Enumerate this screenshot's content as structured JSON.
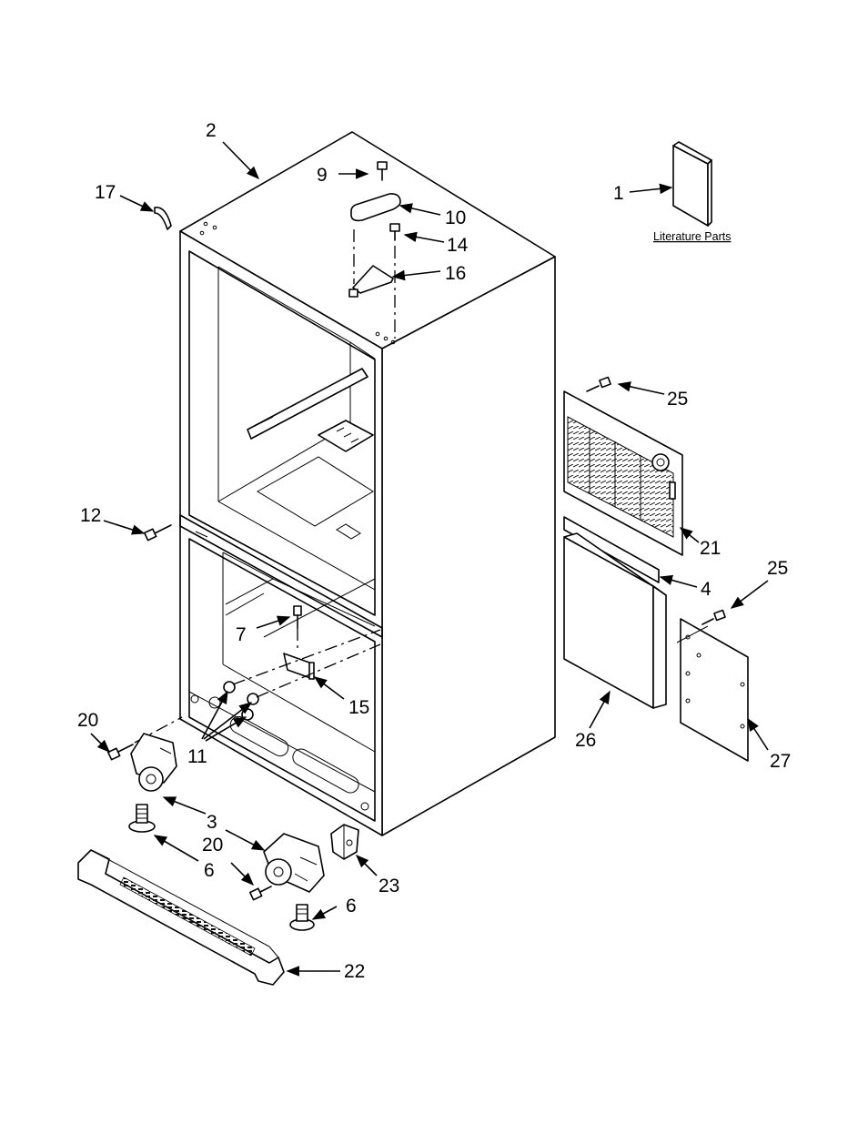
{
  "diagram": {
    "literature_caption": "Literature Parts",
    "callouts": [
      "1",
      "2",
      "3",
      "4",
      "6",
      "6",
      "7",
      "9",
      "10",
      "11",
      "12",
      "14",
      "15",
      "16",
      "17",
      "20",
      "20",
      "21",
      "22",
      "23",
      "25",
      "25",
      "26",
      "27"
    ]
  }
}
